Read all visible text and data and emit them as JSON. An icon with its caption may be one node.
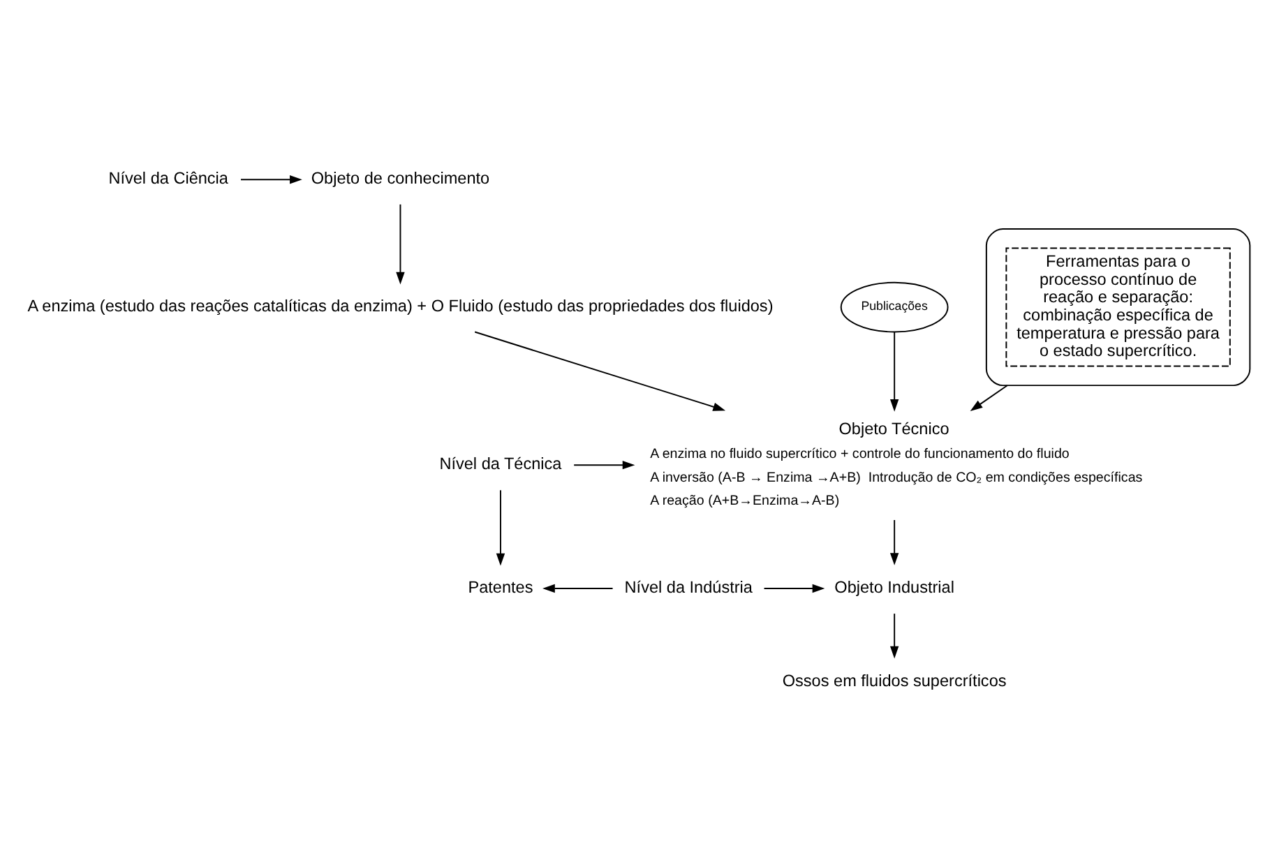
{
  "diagram": {
    "nodes": [
      {
        "text": [
          "Nível da Ciência"
        ]
      },
      {
        "text": [
          "Objeto de conhecimento"
        ]
      },
      {
        "text": [
          "Publicações"
        ]
      },
      {
        "text": [
          "A enzima (estudo das reações catalíticas da enzima) + O Fluido (estudo das propriedades dos fluidos)"
        ]
      },
      {
        "text": [],
        "shape": "ellipse"
      },
      {
        "text": [
          "Ferramentas para o processo contínuo de reação e separação: combinação específica de temperatura e pressão para o estado supercrítico."
        ],
        "in": 4
      },
      {
        "text": [
          "Nível da Técnica"
        ]
      },
      {
        "text": [
          "Objeto Técnico"
        ],
        "beside": [
          "A enzima no fluido supercrítico + controle do funcionamento do fluido",
          "A inversão (A-B → Enzima →A+B)  Introdução de CO₂ em condições específicas",
          "A reação (A+B→Enzima→A-B)"
        ]
      },
      {
        "text": [
          "Patentes"
        ]
      },
      {
        "text": [
          "Nível da Indústria"
        ]
      },
      {
        "text": [
          "Objeto Industrial"
        ]
      },
      {
        "text": [
          "Ossos em fluidos supercríticos"
        ]
      }
    ],
    "edges": [
      {
        "from": 0,
        "to": 1,
        "arrow": "to"
      },
      {
        "from": 1,
        "to": 3,
        "arrow": "to"
      },
      {
        "from": 2,
        "to": 7,
        "arrow": "to"
      },
      {
        "from": 3,
        "to": 7,
        "arrow": "to"
      },
      {
        "from": 4,
        "to": 7,
        "arrow": "to"
      },
      {
        "from": 6,
        "to": 7,
        "arrow": "to"
      },
      {
        "from": 6,
        "to": 8,
        "arrow": "to"
      },
      {
        "from": 9,
        "to": 8,
        "arrow": "to"
      },
      {
        "from": 7,
        "to": 10,
        "arrow": "to"
      },
      {
        "from": 9,
        "to": 10,
        "arrow": "to"
      },
      {
        "from": 10,
        "to": 11,
        "arrow": "to"
      }
    ]
  }
}
